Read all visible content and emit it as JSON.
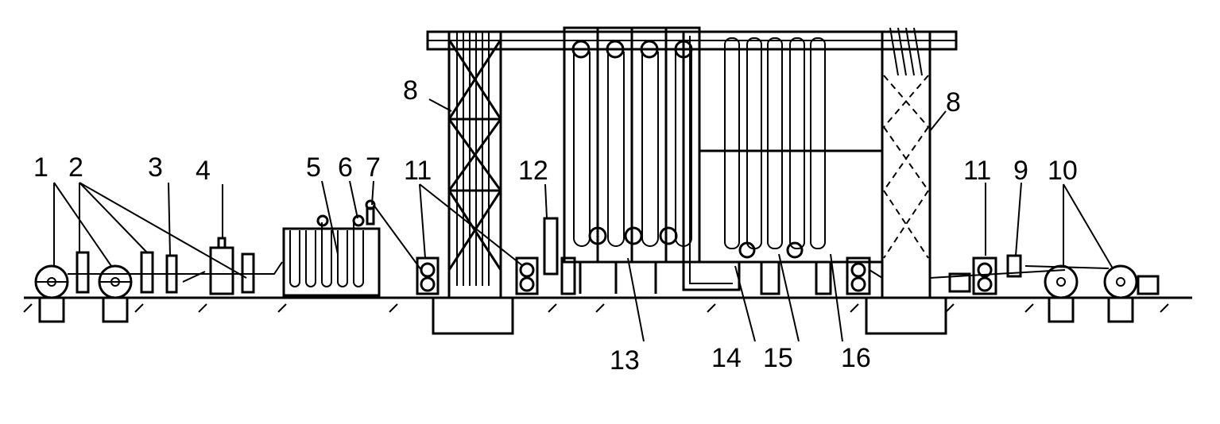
{
  "diagram": {
    "labels": [
      {
        "id": "l1",
        "text": "1"
      },
      {
        "id": "l2",
        "text": "2"
      },
      {
        "id": "l3",
        "text": "3"
      },
      {
        "id": "l4",
        "text": "4"
      },
      {
        "id": "l5",
        "text": "5"
      },
      {
        "id": "l6",
        "text": "6"
      },
      {
        "id": "l7",
        "text": "7"
      },
      {
        "id": "l8a",
        "text": "8"
      },
      {
        "id": "l8b",
        "text": "8"
      },
      {
        "id": "l9",
        "text": "9"
      },
      {
        "id": "l10",
        "text": "10"
      },
      {
        "id": "l11a",
        "text": "11"
      },
      {
        "id": "l11b",
        "text": "11"
      },
      {
        "id": "l12",
        "text": "12"
      },
      {
        "id": "l13",
        "text": "13"
      },
      {
        "id": "l14",
        "text": "14"
      },
      {
        "id": "l15",
        "text": "15"
      },
      {
        "id": "l16",
        "text": "16"
      }
    ]
  }
}
